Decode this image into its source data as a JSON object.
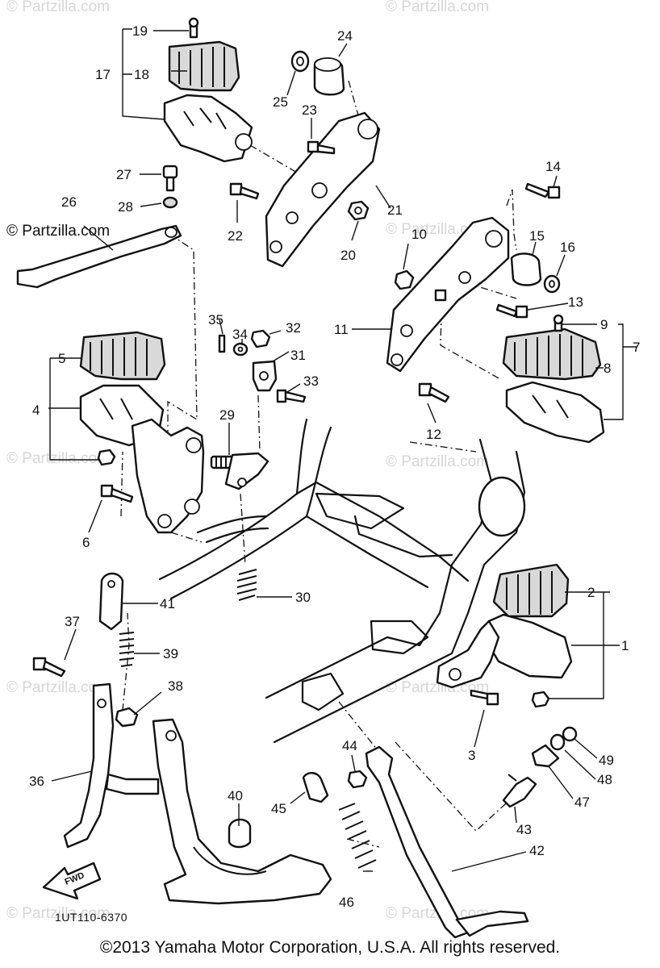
{
  "watermark": "© Partzilla.com",
  "side_copyright": "© Partzilla.com",
  "diagram_code": "1UT110-6370",
  "fwd_label": "FWD",
  "footer": "©2013 Yamaha Motor Corporation, U.S.A. All rights reserved.",
  "callouts": [
    "1",
    "2",
    "3",
    "4",
    "5",
    "6",
    "7",
    "8",
    "9",
    "10",
    "11",
    "12",
    "13",
    "14",
    "15",
    "16",
    "17",
    "18",
    "19",
    "20",
    "21",
    "22",
    "23",
    "24",
    "25",
    "26",
    "27",
    "28",
    "29",
    "30",
    "31",
    "32",
    "33",
    "34",
    "35",
    "36",
    "37",
    "38",
    "39",
    "40",
    "41",
    "42",
    "43",
    "44",
    "45",
    "46",
    "47",
    "48",
    "49"
  ]
}
